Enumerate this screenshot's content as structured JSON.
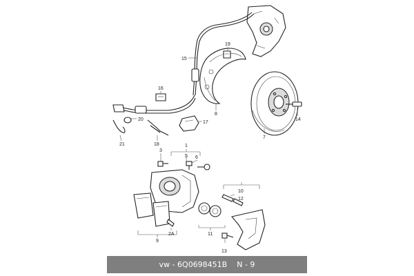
{
  "diagram": {
    "labels": {
      "p1": "1",
      "p2A": "2A",
      "p3": "3",
      "p5": "5",
      "p6": "6",
      "p7": "7",
      "p8": "8",
      "p9": "9",
      "p10": "10",
      "p11": "11",
      "p12": "12",
      "p13": "13",
      "p14": "14",
      "p15": "15",
      "p16": "16",
      "p17": "17",
      "p18": "18",
      "p19": "19",
      "p20": "20",
      "p21": "21"
    }
  },
  "caption": {
    "brand": "vw",
    "separator": " - ",
    "part_number": "6Q0698451B",
    "page_ref": "N - 9"
  }
}
